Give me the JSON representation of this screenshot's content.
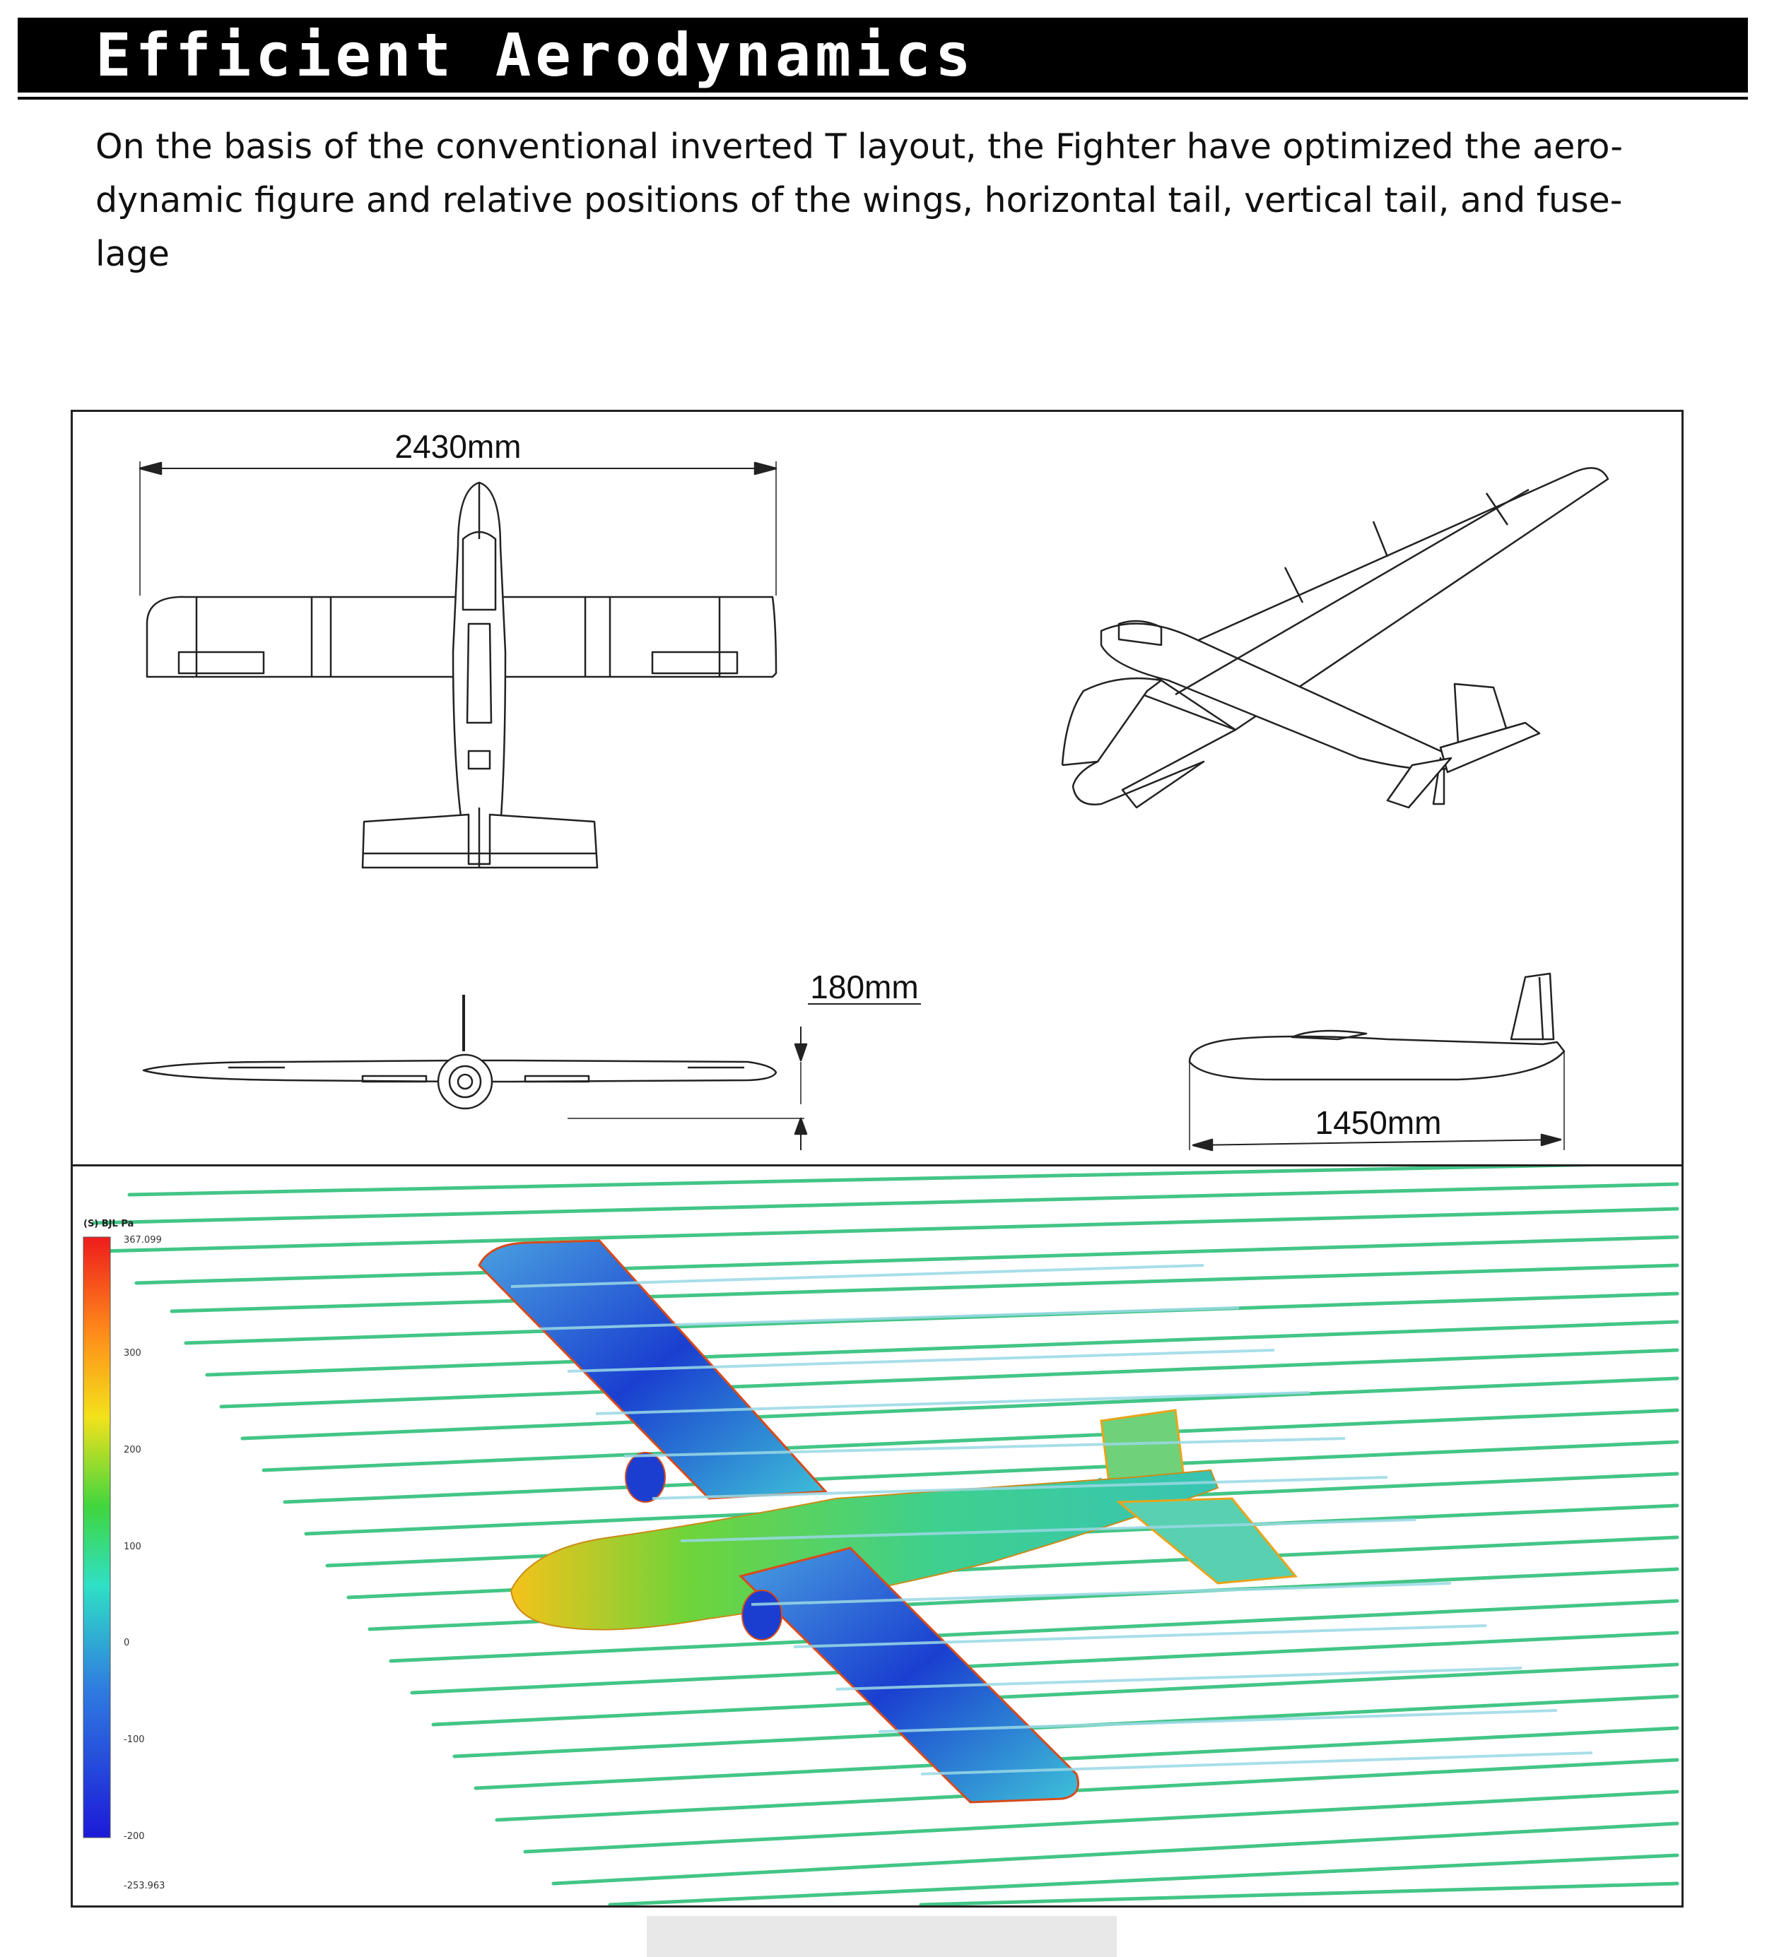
{
  "header": {
    "title": "Efficient Aerodynamics"
  },
  "intro": {
    "lines": [
      "On the basis of the conventional inverted T layout, the Fighter have optimized the aero-",
      "dynamic figure and relative positions of the wings, horizontal tail, vertical tail, and fuse-",
      "lage"
    ]
  },
  "drawings": {
    "wingspan_label": "2430mm",
    "height_label": "180mm",
    "length_label": "1450mm"
  },
  "cfd": {
    "scale_title": "(S) BJL Pa",
    "scale_max_label": "367.099",
    "scale_min_label": "-253.963",
    "scale_ticks": [
      "300",
      "200",
      "100",
      "0",
      "-100",
      "-200"
    ]
  }
}
